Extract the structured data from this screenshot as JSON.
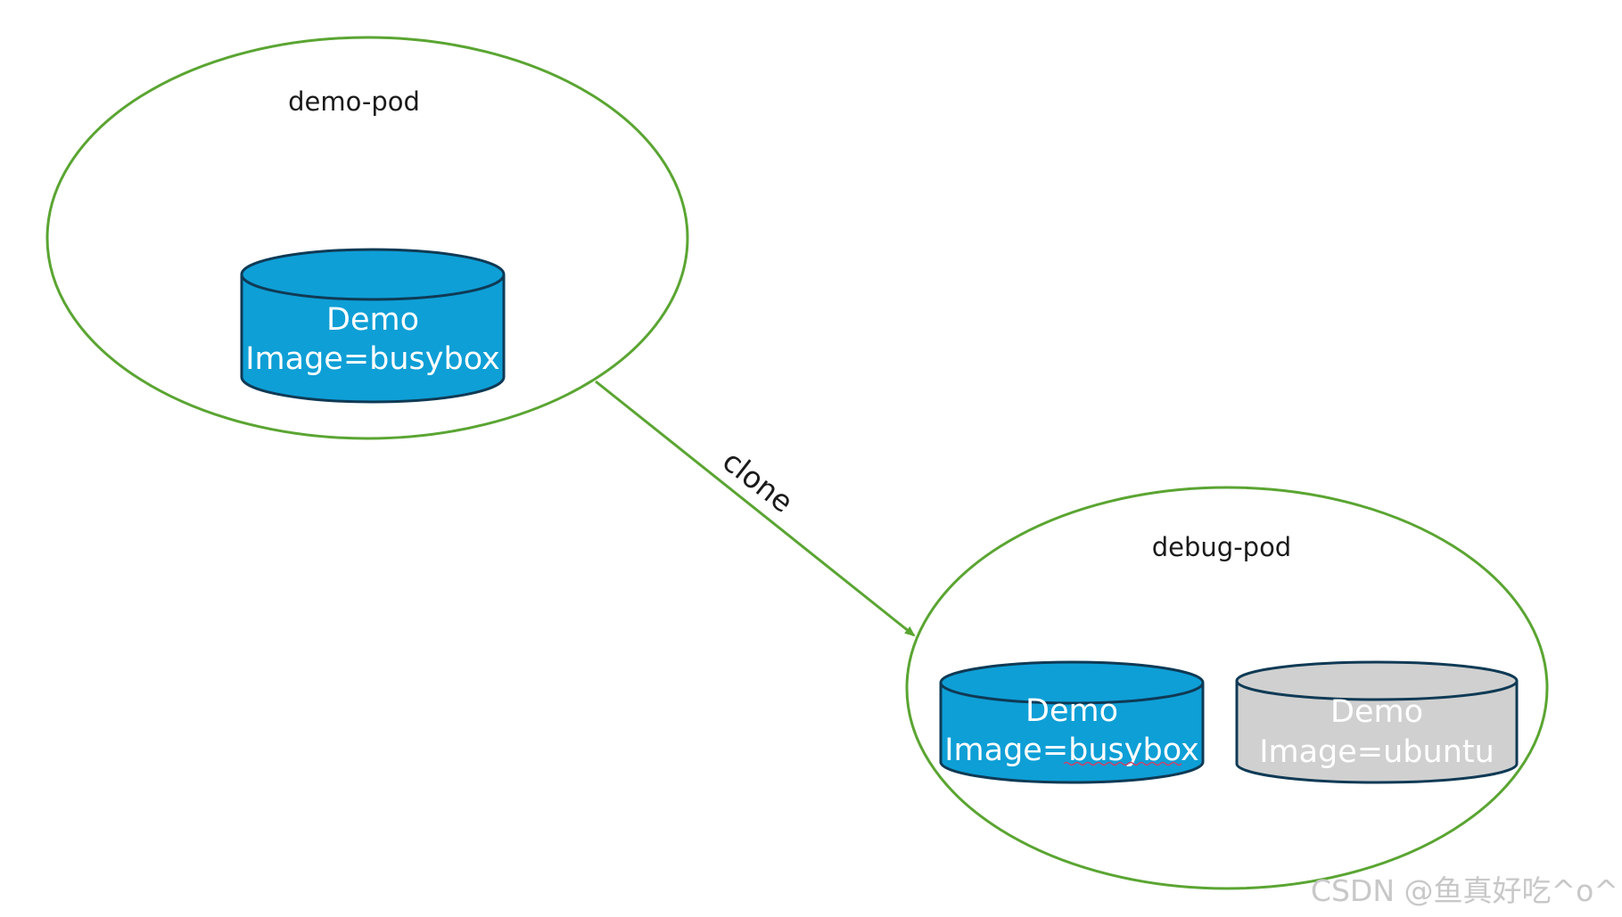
{
  "pods": [
    {
      "name": "demo-pod",
      "containers": [
        {
          "line1": "Demo",
          "line2": "Image=busybox",
          "fill": "#0e9fd6"
        }
      ]
    },
    {
      "name": "debug-pod",
      "containers": [
        {
          "line1": "Demo",
          "line2": "Image=busybox",
          "fill": "#0e9fd6"
        },
        {
          "line1": "Demo",
          "line2": "Image=ubuntu",
          "fill": "#d0d0d0"
        }
      ]
    }
  ],
  "edge": {
    "label": "clone",
    "from": "demo-pod",
    "to": "debug-pod"
  },
  "colors": {
    "pod_outline": "#5aa532",
    "cylinder_outline": "#0f3a55",
    "arrow": "#5aa532"
  },
  "watermark": "CSDN @鱼真好吃^o^"
}
